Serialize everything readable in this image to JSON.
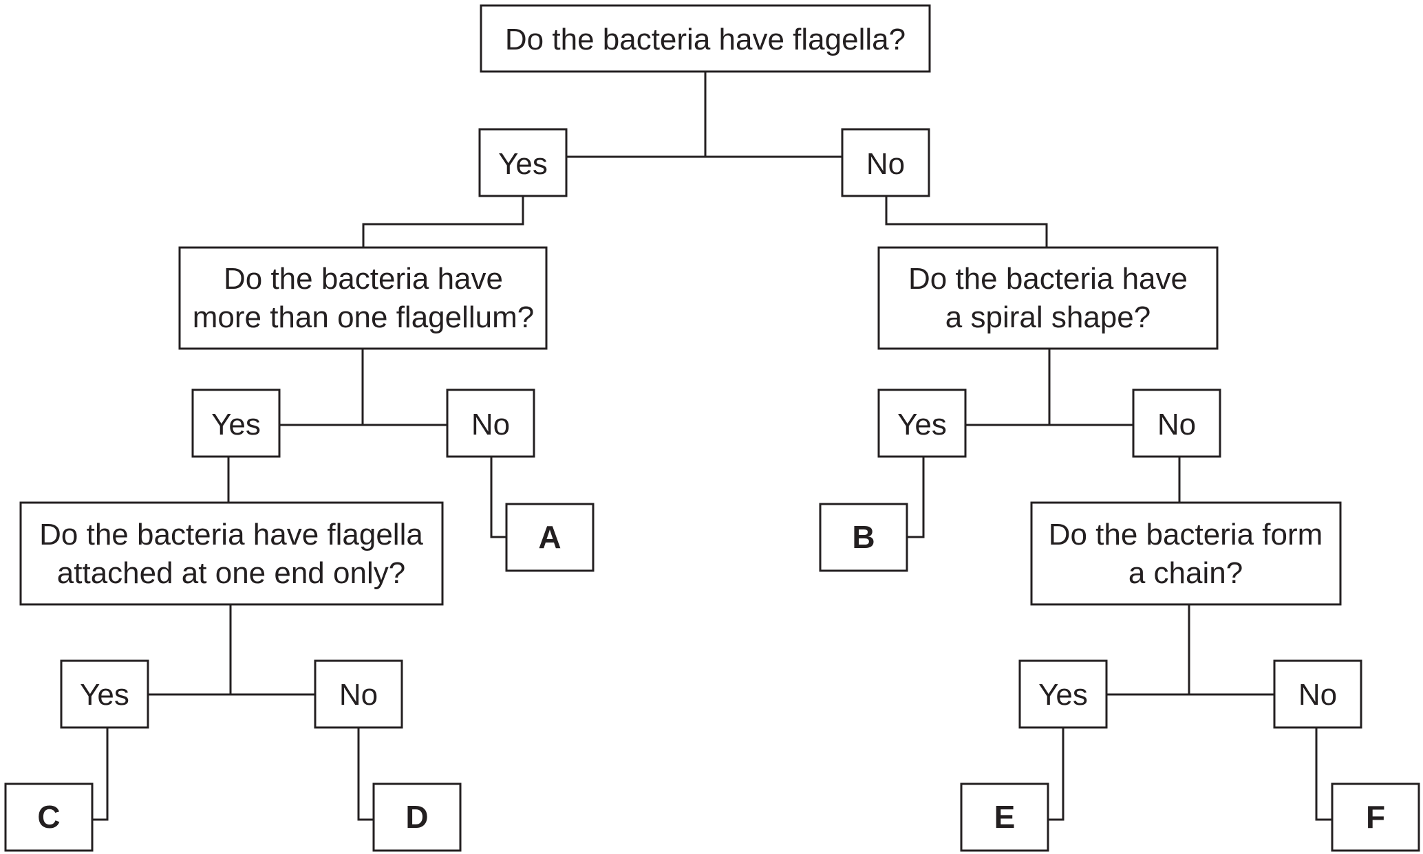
{
  "questions": {
    "q1": {
      "line1": "Do the bacteria have flagella?"
    },
    "q2": {
      "line1": "Do the bacteria have",
      "line2": "more than one flagellum?"
    },
    "q3": {
      "line1": "Do the bacteria have",
      "line2": "a spiral shape?"
    },
    "q4": {
      "line1": "Do the bacteria have flagella",
      "line2": "attached at one end only?"
    },
    "q5": {
      "line1": "Do the bacteria form",
      "line2": "a chain?"
    }
  },
  "answers": {
    "yes": "Yes",
    "no": "No"
  },
  "outcomes": {
    "a": "A",
    "b": "B",
    "c": "C",
    "d": "D",
    "e": "E",
    "f": "F"
  }
}
